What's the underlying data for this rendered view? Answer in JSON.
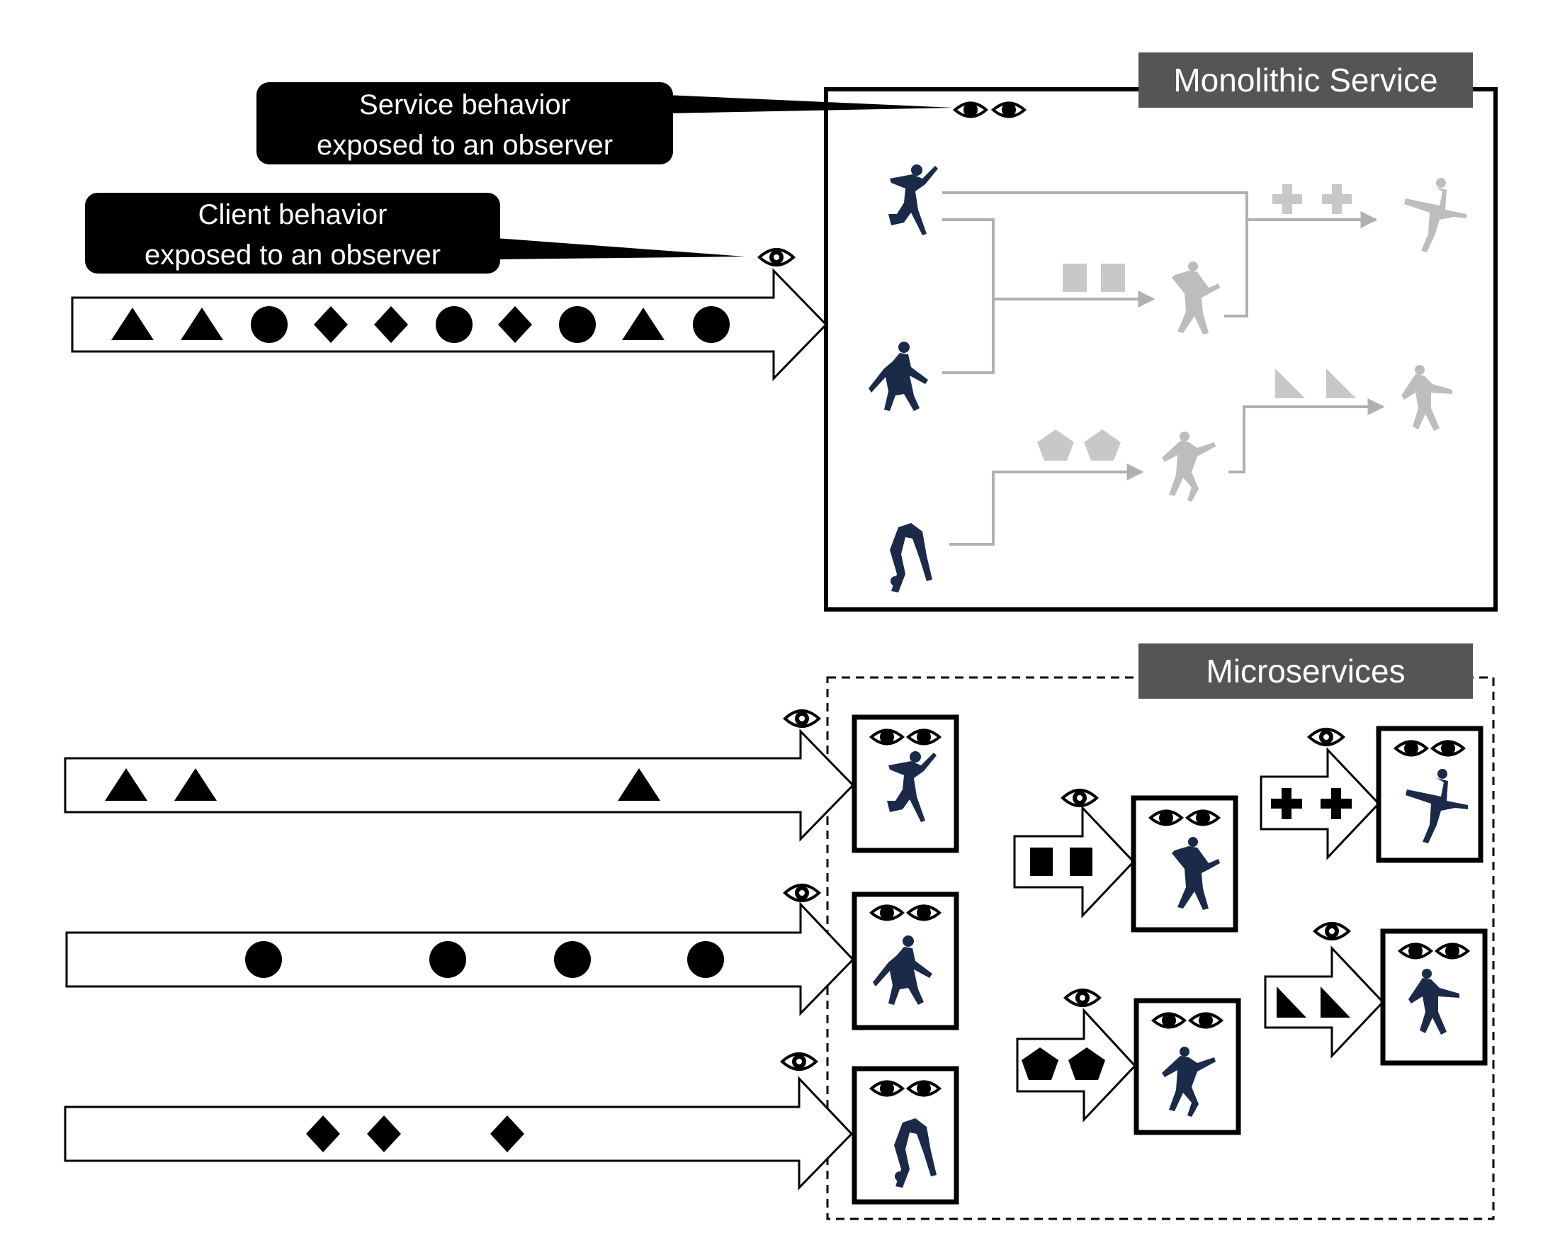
{
  "monolith": {
    "title": "Monolithic Service",
    "service_callout": "Service behavior exposed to an observer",
    "service_callout_lines": [
      "Service behavior",
      "exposed to an observer"
    ],
    "client_callout": "Client behavior exposed to an observer",
    "client_callout_lines": [
      "Client behavior",
      "exposed to an observer"
    ],
    "client_stream_shapes": [
      "triangle",
      "triangle",
      "circle",
      "diamond",
      "diamond",
      "circle",
      "diamond",
      "circle",
      "triangle",
      "circle"
    ]
  },
  "microservices": {
    "title": "Microservices",
    "client_streams": [
      {
        "shapes": [
          "triangle",
          "triangle",
          "triangle"
        ]
      },
      {
        "shapes": [
          "circle",
          "circle",
          "circle",
          "circle"
        ]
      },
      {
        "shapes": [
          "diamond",
          "diamond",
          "diamond"
        ]
      }
    ],
    "internal_streams": [
      {
        "shapes": [
          "square",
          "square"
        ]
      },
      {
        "shapes": [
          "pentagon",
          "pentagon"
        ]
      },
      {
        "shapes": [
          "plus",
          "plus"
        ]
      },
      {
        "shapes": [
          "right-triangle",
          "right-triangle"
        ]
      }
    ]
  },
  "colors": {
    "dark": "#000000",
    "dancer_active": "#1a2a48",
    "dancer_inactive": "#bdbdbd",
    "title_bar": "#555555",
    "flow_line": "#b0b0b0"
  }
}
